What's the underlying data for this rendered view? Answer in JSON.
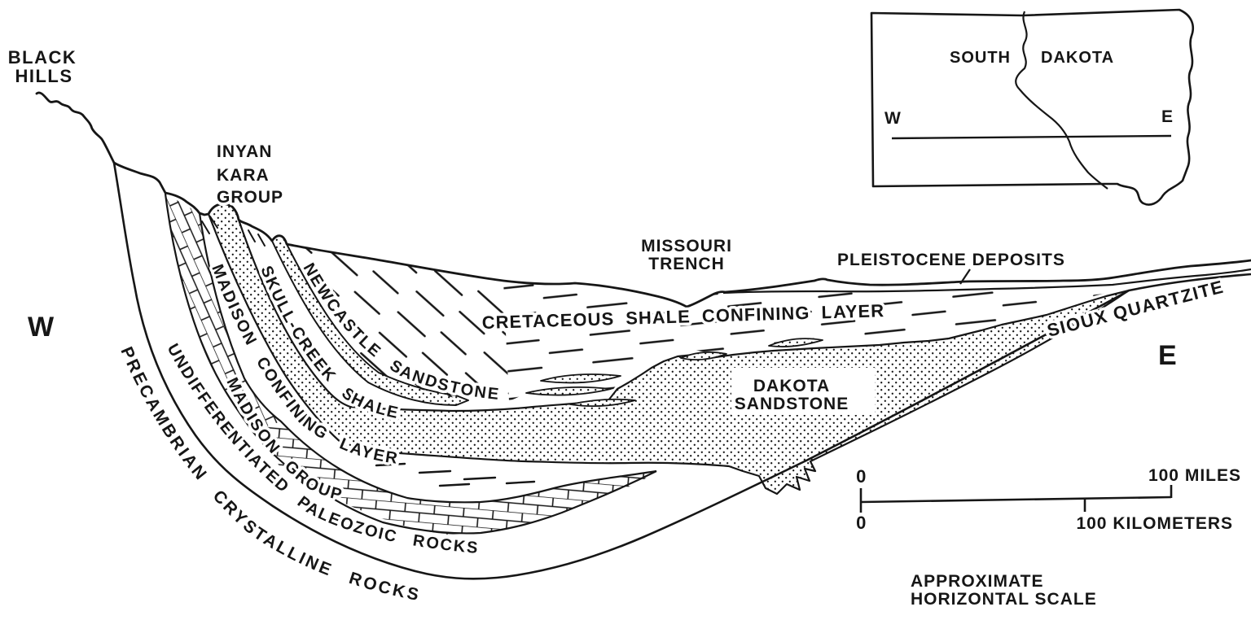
{
  "labels": {
    "black_hills": [
      "BLACK",
      "HILLS"
    ],
    "inyan_kara": [
      "INYAN",
      "KARA",
      "GROUP"
    ],
    "missouri_trench": [
      "MISSOURI",
      "TRENCH"
    ],
    "pleistocene": "PLEISTOCENE DEPOSITS",
    "cretaceous": "CRETACEOUS SHALE CONFINING LAYER",
    "dakota": [
      "DAKOTA",
      "SANDSTONE"
    ],
    "sioux": "SIOUX  QUARTZITE",
    "newcastle": "NEWCASTLE  SANDSTONE",
    "skull_creek": "SKULL-CREEK  SHALE",
    "madison_confining": "MADISON  CONFINING  LAYER",
    "madison_group": "MADISON  GROUP",
    "paleozoic": "UNDIFFERENTIATED  PALEOZOIC  ROCKS",
    "precambrian": "PRECAMBRIAN  CRYSTALLINE  ROCKS"
  },
  "compass": {
    "west": "W",
    "east": "E"
  },
  "inset": {
    "name_left": "SOUTH",
    "name_right": "DAKOTA",
    "west": "W",
    "east": "E"
  },
  "scale": {
    "zero_miles": "0",
    "zero_km": "0",
    "miles": "100 MILES",
    "kilometers": "100 KILOMETERS",
    "caption": [
      "APPROXIMATE",
      "HORIZONTAL SCALE"
    ]
  },
  "colors": {
    "ink": "#161616",
    "paper": "#ffffff"
  }
}
